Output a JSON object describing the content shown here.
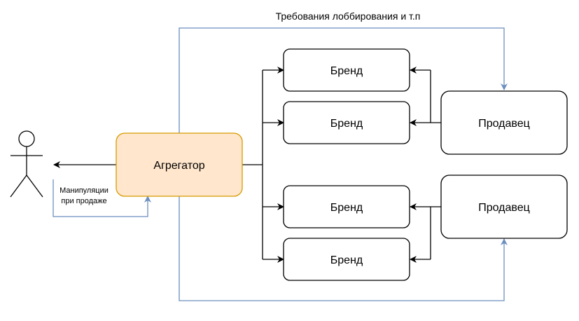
{
  "aggregator": {
    "label": "Агрегатор",
    "fill": "#ffe6cc",
    "stroke": "#d79b00"
  },
  "brands": [
    {
      "label": "Бренд"
    },
    {
      "label": "Бренд"
    },
    {
      "label": "Бренд"
    },
    {
      "label": "Бренд"
    }
  ],
  "sellers": [
    {
      "label": "Продавец"
    },
    {
      "label": "Продавец"
    }
  ],
  "edges": {
    "lobbying_label": "Требования лоббирования и т.п",
    "manipulation_label_line1": "Манипуляции",
    "manipulation_label_line2": "при продаже"
  },
  "colors": {
    "line": "#000000",
    "blue_line": "#6c8ebf"
  }
}
